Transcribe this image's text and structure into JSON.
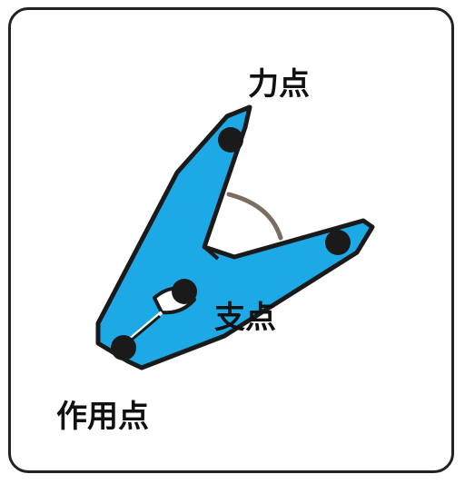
{
  "labels": {
    "effort": "力点",
    "fulcrum": "支点",
    "load": "作用点"
  },
  "colors": {
    "clip_fill": "#1da8e6",
    "outline": "#1a1a1a",
    "dot": "#1a1a1a",
    "arc": "#7a6e62",
    "background": "#ffffff"
  }
}
